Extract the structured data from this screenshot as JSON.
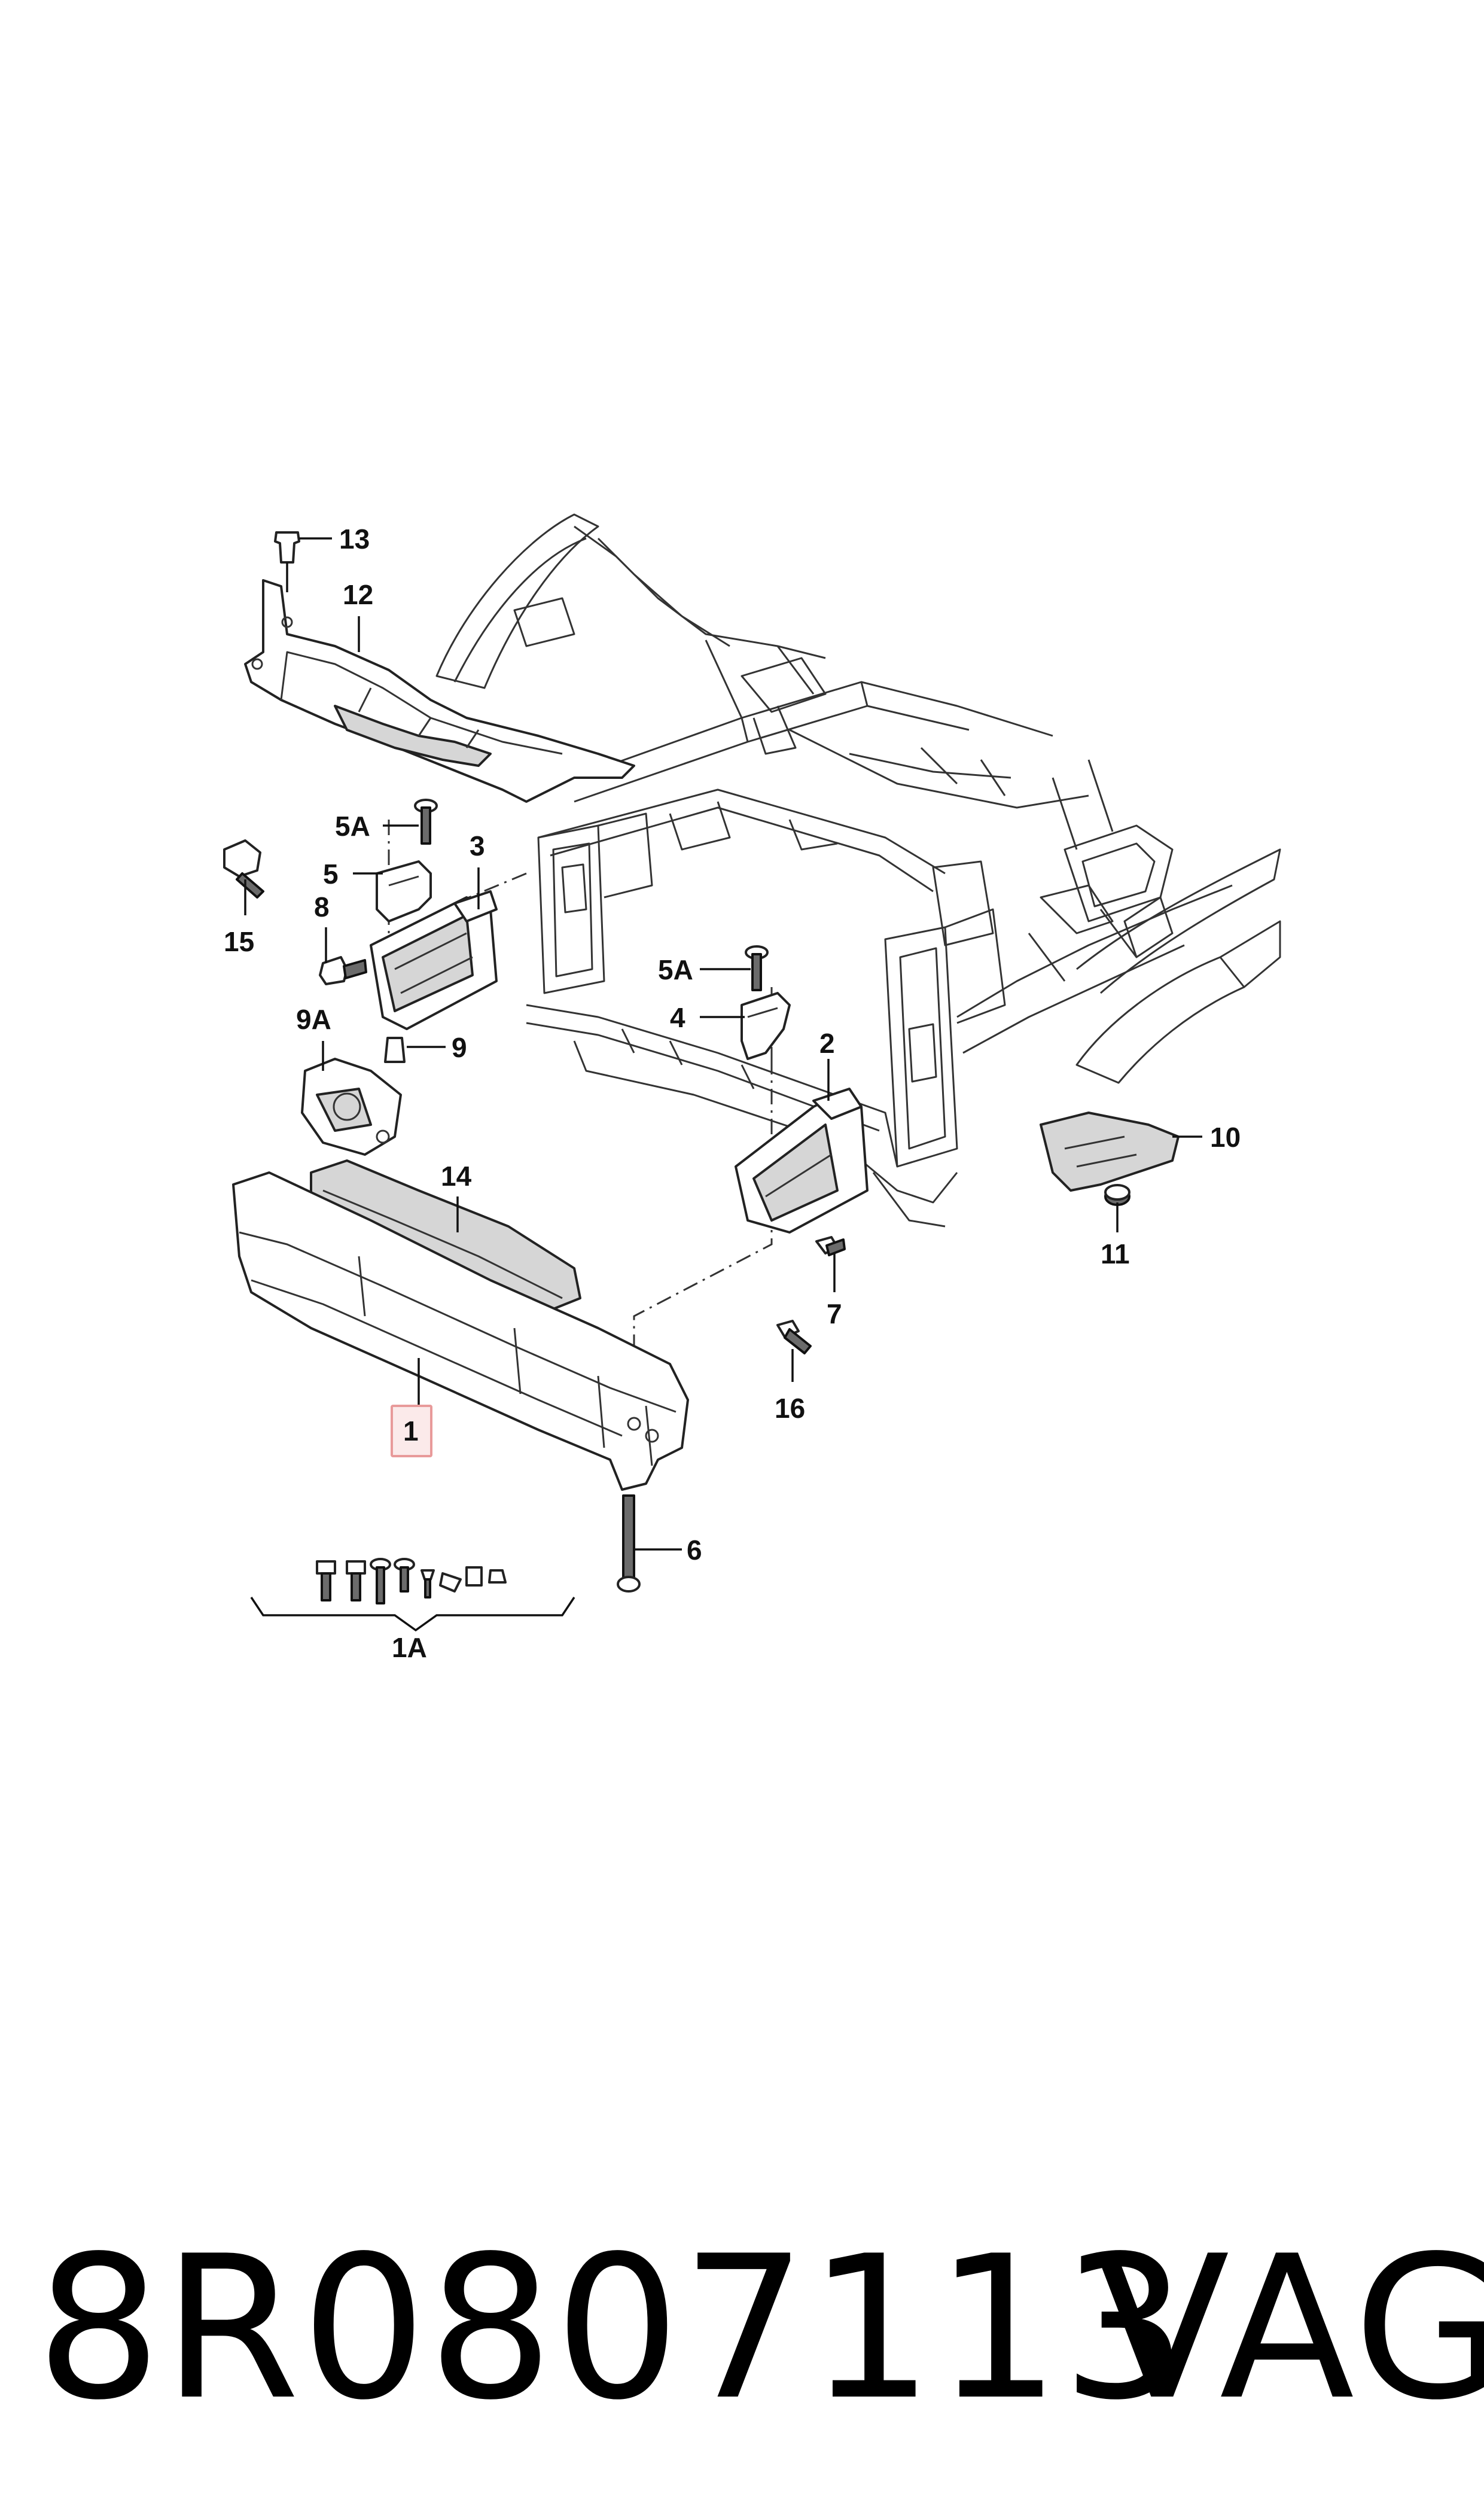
{
  "callouts": {
    "c1": "1",
    "c1A": "1A",
    "c2": "2",
    "c3": "3",
    "c4": "4",
    "c5": "5",
    "c5A_left": "5A",
    "c5A_right": "5A",
    "c6": "6",
    "c7": "7",
    "c8": "8",
    "c9": "9",
    "c9A": "9A",
    "c10": "10",
    "c11": "11",
    "c12": "12",
    "c13": "13",
    "c14": "14",
    "c15": "15",
    "c16": "16"
  },
  "caption": {
    "part_number": "8R0807113",
    "brand": "VAG"
  },
  "colors": {
    "highlight_border": "#e89a9a",
    "highlight_fill": "#fbeaea",
    "line": "#222222"
  }
}
